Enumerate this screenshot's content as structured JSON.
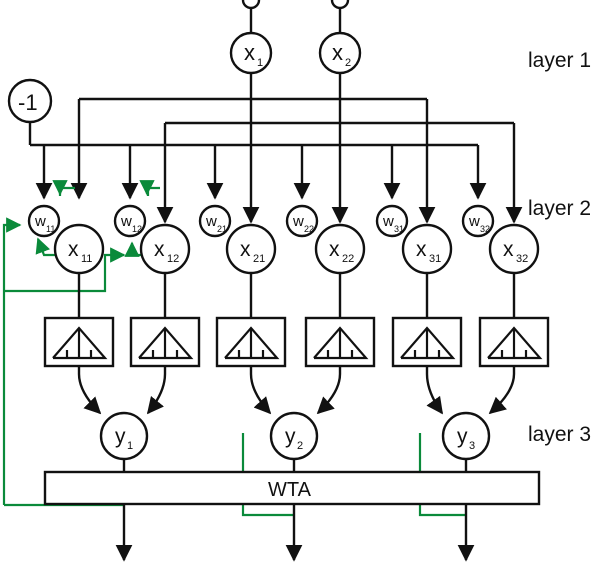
{
  "colors": {
    "line": "#111111",
    "feedback": "#0a8a3a",
    "background": "#ffffff"
  },
  "layers": {
    "layer1": "layer 1",
    "layer2": "layer 2",
    "layer3": "layer 3"
  },
  "bias": {
    "label": "-1"
  },
  "inputs": [
    {
      "main": "x",
      "sub": "1"
    },
    {
      "main": "x",
      "sub": "2"
    }
  ],
  "hidden": [
    {
      "x": {
        "main": "x",
        "sub": "11"
      },
      "w": {
        "main": "w",
        "sub": "11"
      }
    },
    {
      "x": {
        "main": "x",
        "sub": "12"
      },
      "w": {
        "main": "w",
        "sub": "12"
      }
    },
    {
      "x": {
        "main": "x",
        "sub": "21"
      },
      "w": {
        "main": "w",
        "sub": "21"
      }
    },
    {
      "x": {
        "main": "x",
        "sub": "22"
      },
      "w": {
        "main": "w",
        "sub": "22"
      }
    },
    {
      "x": {
        "main": "x",
        "sub": "31"
      },
      "w": {
        "main": "w",
        "sub": "31"
      }
    },
    {
      "x": {
        "main": "x",
        "sub": "32"
      },
      "w": {
        "main": "w",
        "sub": "32"
      }
    }
  ],
  "outputs": [
    {
      "main": "y",
      "sub": "1"
    },
    {
      "main": "y",
      "sub": "2"
    },
    {
      "main": "y",
      "sub": "3"
    }
  ],
  "wta": {
    "label": "WTA"
  }
}
